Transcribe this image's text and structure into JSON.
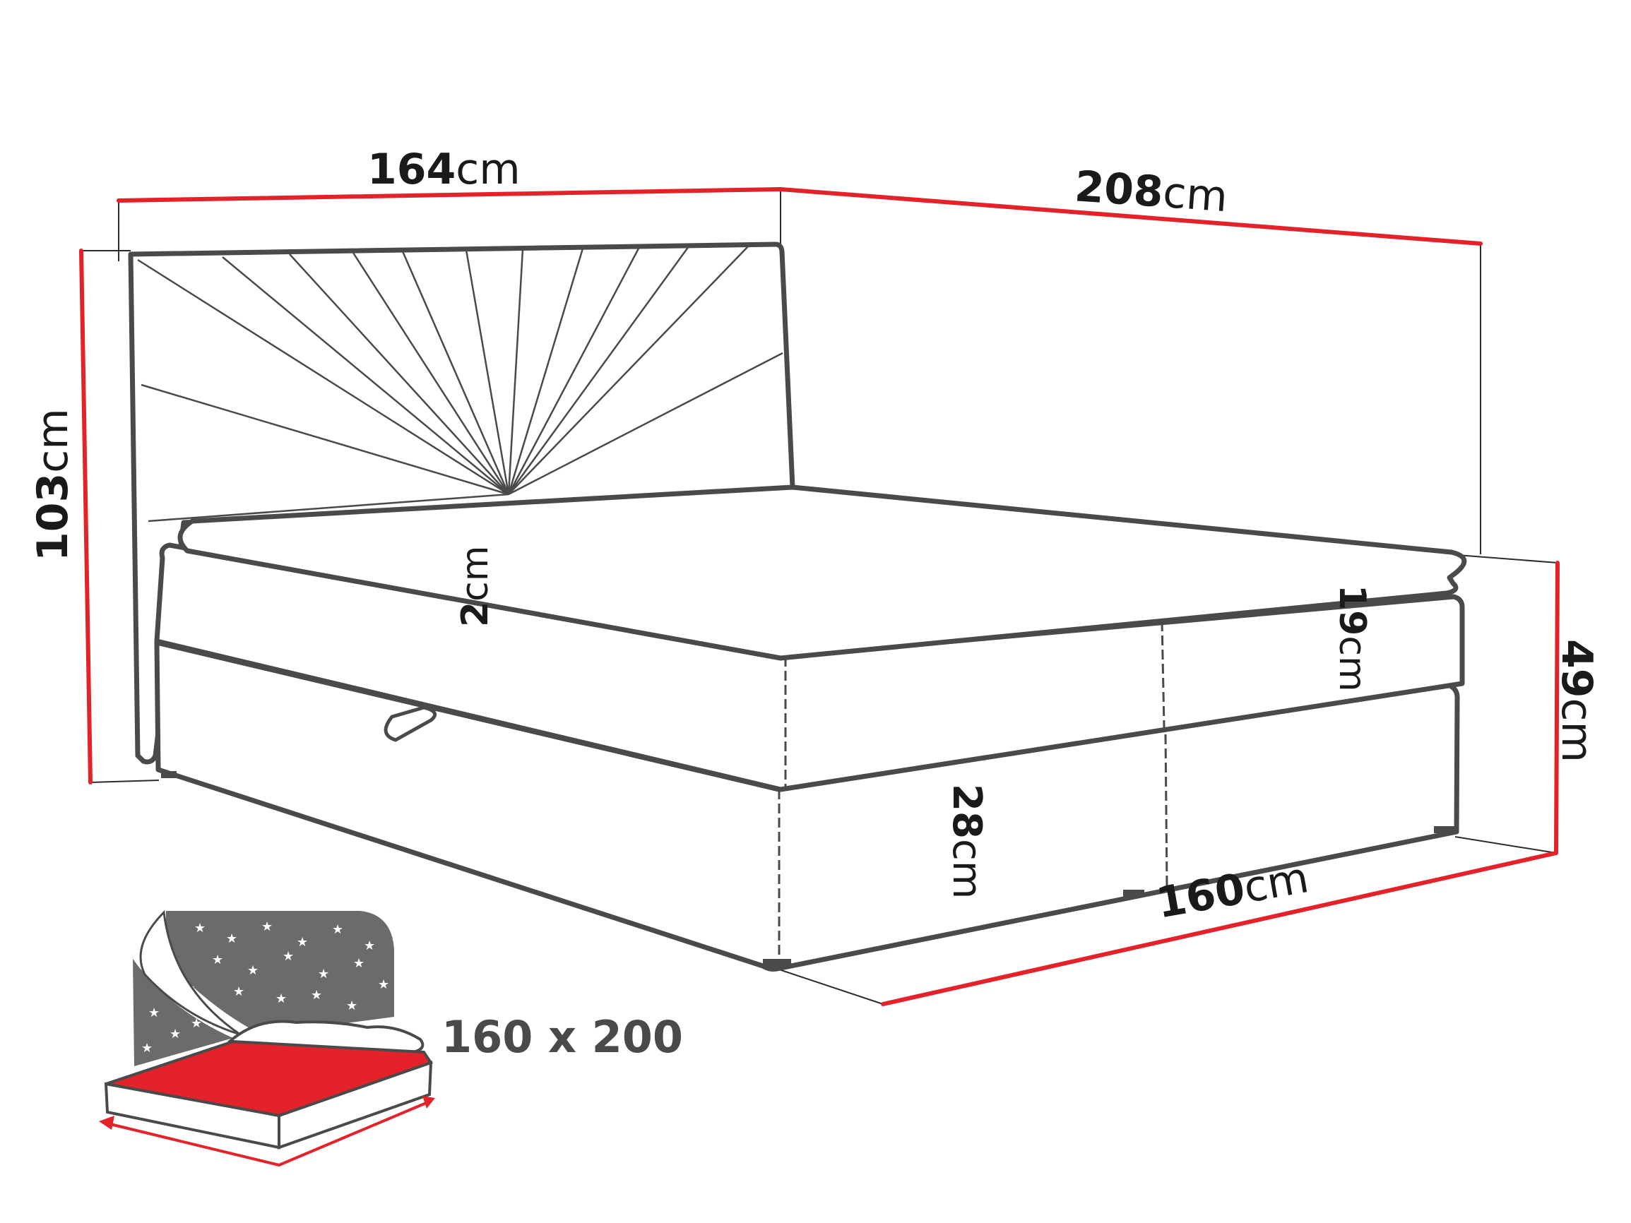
{
  "dimensions": {
    "width_top": {
      "value": "164",
      "unit": "cm"
    },
    "length": {
      "value": "208",
      "unit": "cm"
    },
    "height_total": {
      "value": "103",
      "unit": "cm"
    },
    "topper": {
      "value": "2",
      "unit": "cm"
    },
    "mattress": {
      "value": "19",
      "unit": "cm"
    },
    "height_base": {
      "value": "49",
      "unit": "cm"
    },
    "box": {
      "value": "28",
      "unit": "cm"
    },
    "width_base": {
      "value": "160",
      "unit": "cm"
    }
  },
  "mattress_size": "160 x 200",
  "colors": {
    "accent": "#e3222a",
    "outline": "#4a4a4a",
    "stars_bg": "#6b6b6b"
  }
}
